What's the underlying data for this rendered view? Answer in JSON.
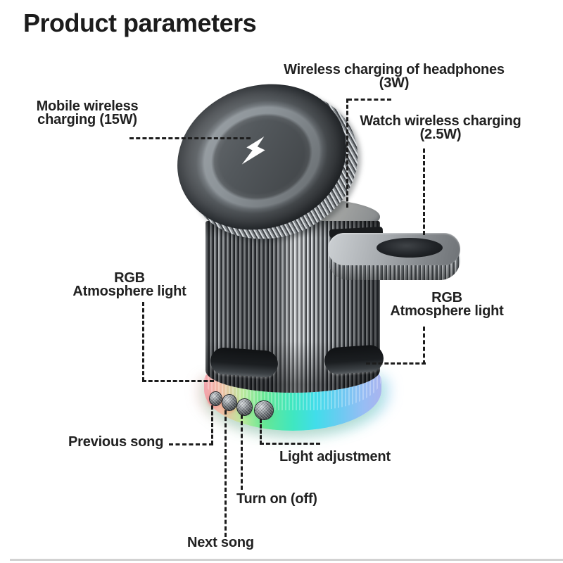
{
  "title": "Product parameters",
  "labels": {
    "mobile_wireless": {
      "line1": "Mobile wireless",
      "line2": "charging (15W)"
    },
    "headphones": {
      "line1": "Wireless charging of headphones",
      "line2": "(3W)"
    },
    "watch": {
      "line1": "Watch wireless charging",
      "line2": "(2.5W)"
    },
    "rgb_left": {
      "line1": "RGB",
      "line2": "Atmosphere light"
    },
    "rgb_right": {
      "line1": "RGB",
      "line2": "Atmosphere light"
    },
    "previous_song": "Previous song",
    "light_adjustment": "Light adjustment",
    "turn_on": "Turn on (off)",
    "next_song": "Next song"
  },
  "device": {
    "bolt_icon": "lightning-bolt"
  },
  "colors": {
    "background": "#ffffff",
    "text": "#1f1f1f",
    "leader_line": "#1c1c1c",
    "glow_gradient": [
      "#f2a3ac",
      "#efc0a6",
      "#8fe99b",
      "#3fe7c0",
      "#41ddea",
      "#6fc9f2",
      "#aab4ef"
    ]
  }
}
